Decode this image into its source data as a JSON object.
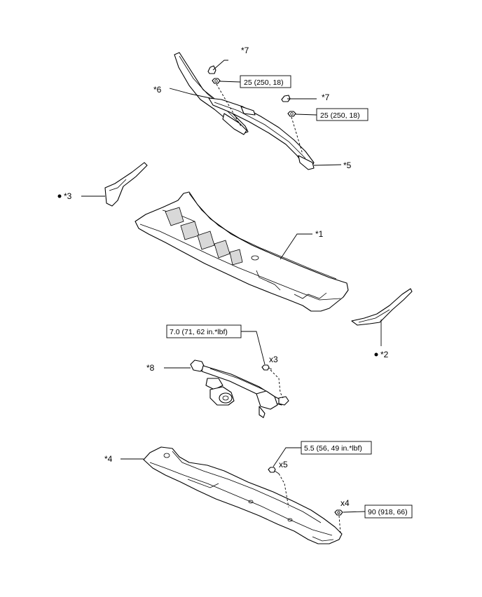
{
  "callouts": {
    "c1": "*1",
    "c2": "*2",
    "c3": "*3",
    "c4": "*4",
    "c5": "*5",
    "c6": "*6",
    "c7a": "*7",
    "c7b": "*7",
    "c8": "*8"
  },
  "torque": {
    "arm_nut_left": "25 (250, 18)",
    "arm_nut_right": "25 (250, 18)",
    "link_bolt": "7.0 (71, 62 in.*lbf)",
    "panel_bolt": "5.5 (56, 49 in.*lbf)",
    "panel_nut": "90 (918, 66)"
  },
  "quantities": {
    "link_bolt": "x3",
    "panel_bolt": "x5",
    "panel_nut": "x4"
  },
  "colors": {
    "line": "#000000",
    "background": "#ffffff",
    "shade": "#d8d8d8"
  }
}
